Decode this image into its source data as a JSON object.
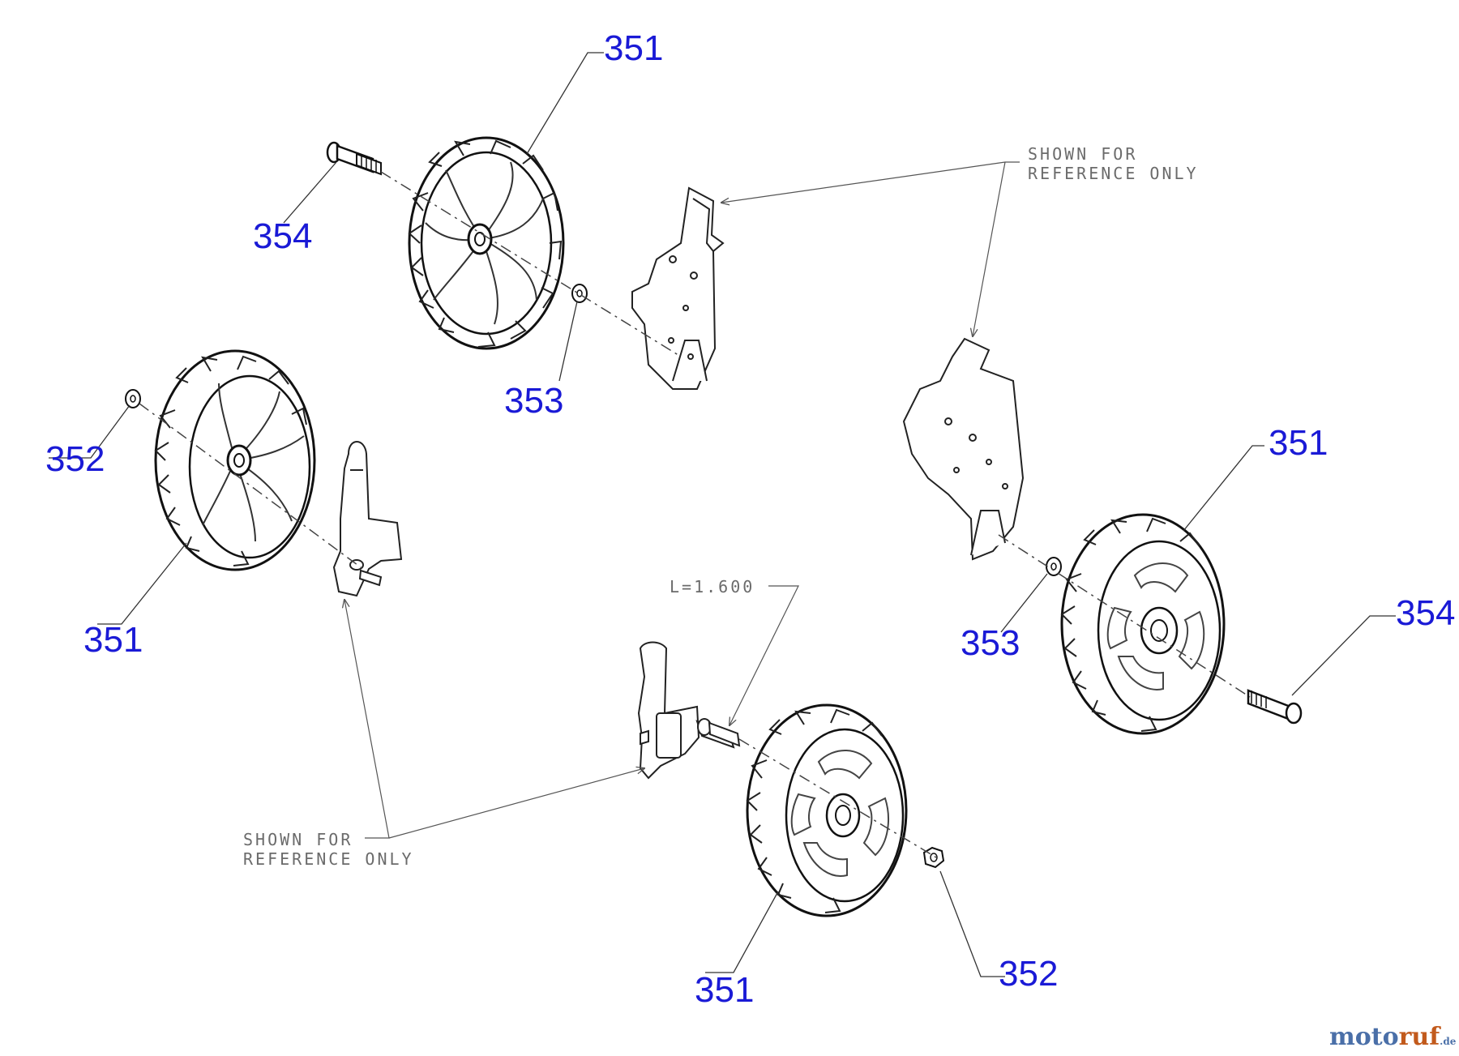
{
  "diagram": {
    "part_labels": {
      "p351_top": "351",
      "p354_top": "354",
      "p353_top": "353",
      "p352_left": "352",
      "p351_left": "351",
      "p351_right": "351",
      "p353_right": "353",
      "p354_right": "354",
      "p351_bottom": "351",
      "p352_bottom": "352"
    },
    "notes": {
      "ref_top_line1": "SHOWN FOR",
      "ref_top_line2": "REFERENCE ONLY",
      "ref_bottom_line1": "SHOWN FOR",
      "ref_bottom_line2": "REFERENCE ONLY",
      "length": "L=1.600"
    },
    "watermark": {
      "part1": "moto",
      "part2": "ruf",
      "part3": ".de"
    },
    "colors": {
      "label": "#1a1ad6",
      "line": "#2a2a2a",
      "note": "#6b6b6b"
    }
  }
}
